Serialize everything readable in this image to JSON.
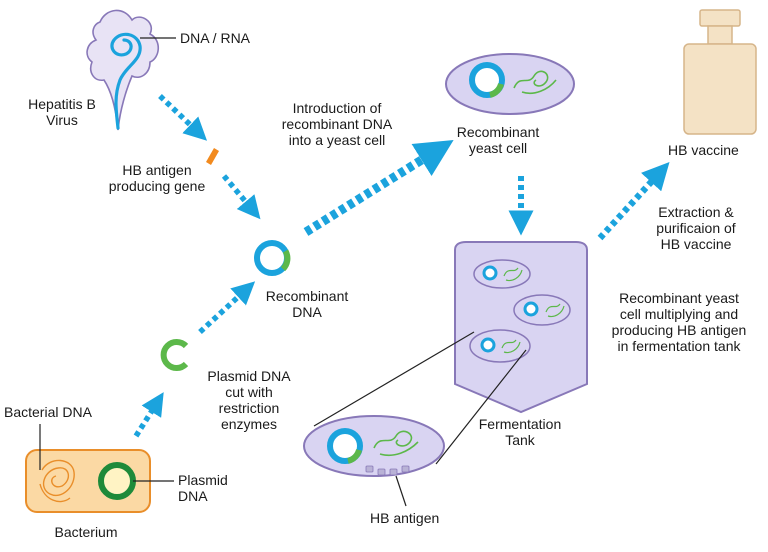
{
  "labels": {
    "dna_rna": "DNA / RNA",
    "hepatitis_b_virus": "Hepatitis B\nVirus",
    "hb_antigen_gene": "HB antigen\nproducing gene",
    "introduction": "Introduction of\nrecombinant DNA\ninto a yeast cell",
    "recombinant_yeast_cell": "Recombinant\nyeast cell",
    "hb_vaccine": "HB vaccine",
    "extraction": "Extraction &\npurificaion of\nHB vaccine",
    "recombinant_dna": "Recombinant\nDNA",
    "multiplying": "Recombinant yeast\ncell multiplying and\nproducing HB antigen\nin fermentation tank",
    "plasmid_cut": "Plasmid DNA\ncut with\nrestriction\nenzymes",
    "bacterial_dna": "Bacterial DNA",
    "fermentation_tank": "Fermentation\nTank",
    "plasmid_dna": "Plasmid\nDNA",
    "bacterium": "Bacterium",
    "hb_antigen": "HB antigen"
  },
  "colors": {
    "arrow": "#1ba3dd",
    "dna_ring": "#1ba3dd",
    "gene_green": "#5cb84a",
    "gene_orange": "#f28a1e",
    "cell_fill": "#d9d4f2",
    "cell_stroke": "#8878b8",
    "virus_fill": "#e8e3f5",
    "bacterium_fill": "#fbd9a4",
    "bacterium_stroke": "#e98e2a",
    "plasmid_green": "#1e8a3a",
    "vaccine_fill": "#f4e2c5",
    "vaccine_stroke": "#d6b58a"
  }
}
